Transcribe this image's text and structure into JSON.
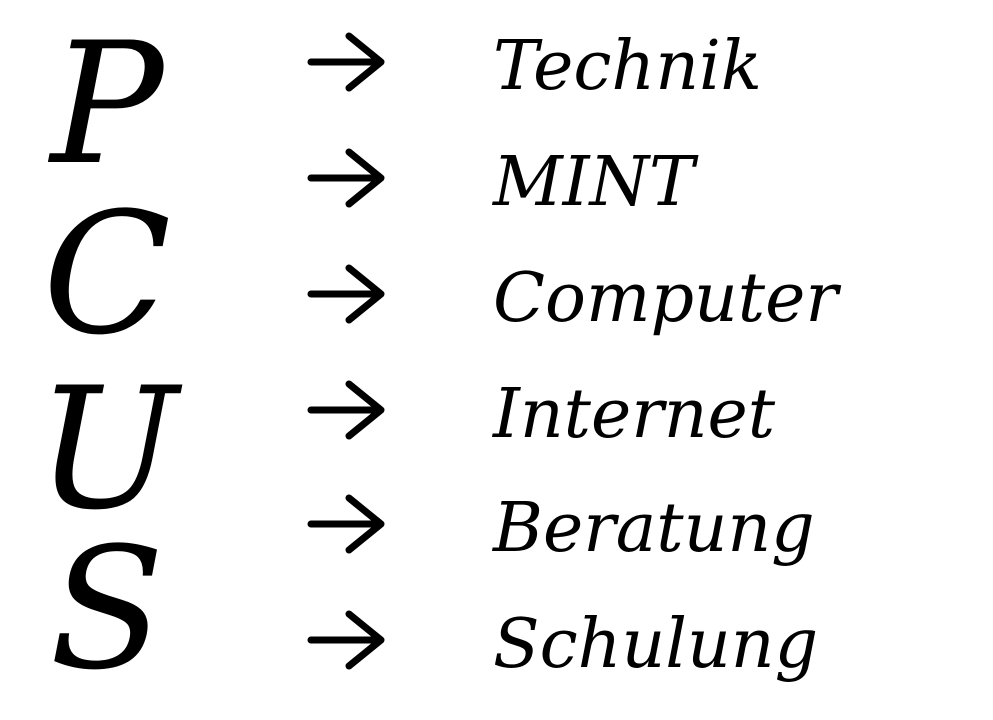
{
  "letters": [
    "P",
    "C",
    "U",
    "S"
  ],
  "rows": [
    {
      "arrow_icon": "arrow-right-icon",
      "label": "Technik"
    },
    {
      "arrow_icon": "arrow-right-icon",
      "label": "MINT"
    },
    {
      "arrow_icon": "arrow-right-icon",
      "label": "Computer"
    },
    {
      "arrow_icon": "arrow-right-icon",
      "label": "Internet"
    },
    {
      "arrow_icon": "arrow-right-icon",
      "label": "Beratung"
    },
    {
      "arrow_icon": "arrow-right-icon",
      "label": "Schulung"
    }
  ],
  "colors": {
    "background": "#ffffff",
    "ink": "#000000"
  }
}
